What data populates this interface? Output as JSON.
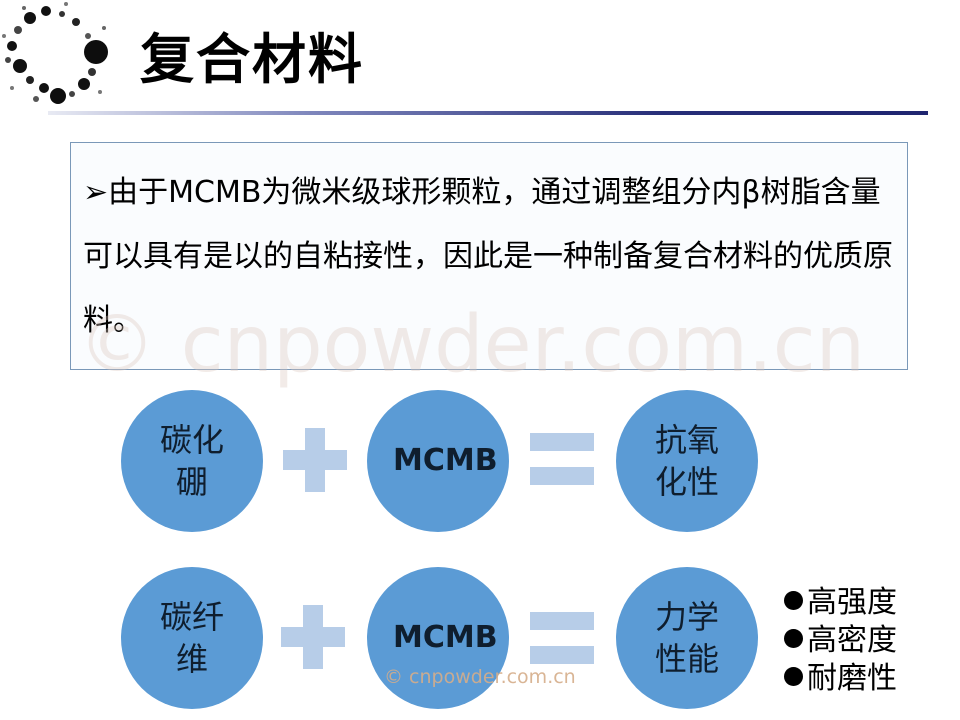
{
  "slide": {
    "title": "复合材料",
    "paragraph": "➢由于MCMB为微米级球形颗粒，通过调整组分内β树脂含量可以具有是以的自粘接性，因此是一种制备复合材料的优质原料。",
    "watermark": "© cnpowder.com.cn",
    "footer_watermark": "© cnpowder.com.cn"
  },
  "equations": [
    {
      "left": "碳化硼",
      "middle": "MCMB",
      "result": "抗氧化性"
    },
    {
      "left": "碳纤维",
      "middle": "MCMB",
      "result": "力学性能"
    }
  ],
  "properties": [
    "高强度",
    "高密度",
    "耐磨性"
  ],
  "colors": {
    "circle": "#5b9bd5",
    "operator": "#b7cde8",
    "title_rule": "#272e78",
    "textbox_border": "#7a98b8"
  }
}
